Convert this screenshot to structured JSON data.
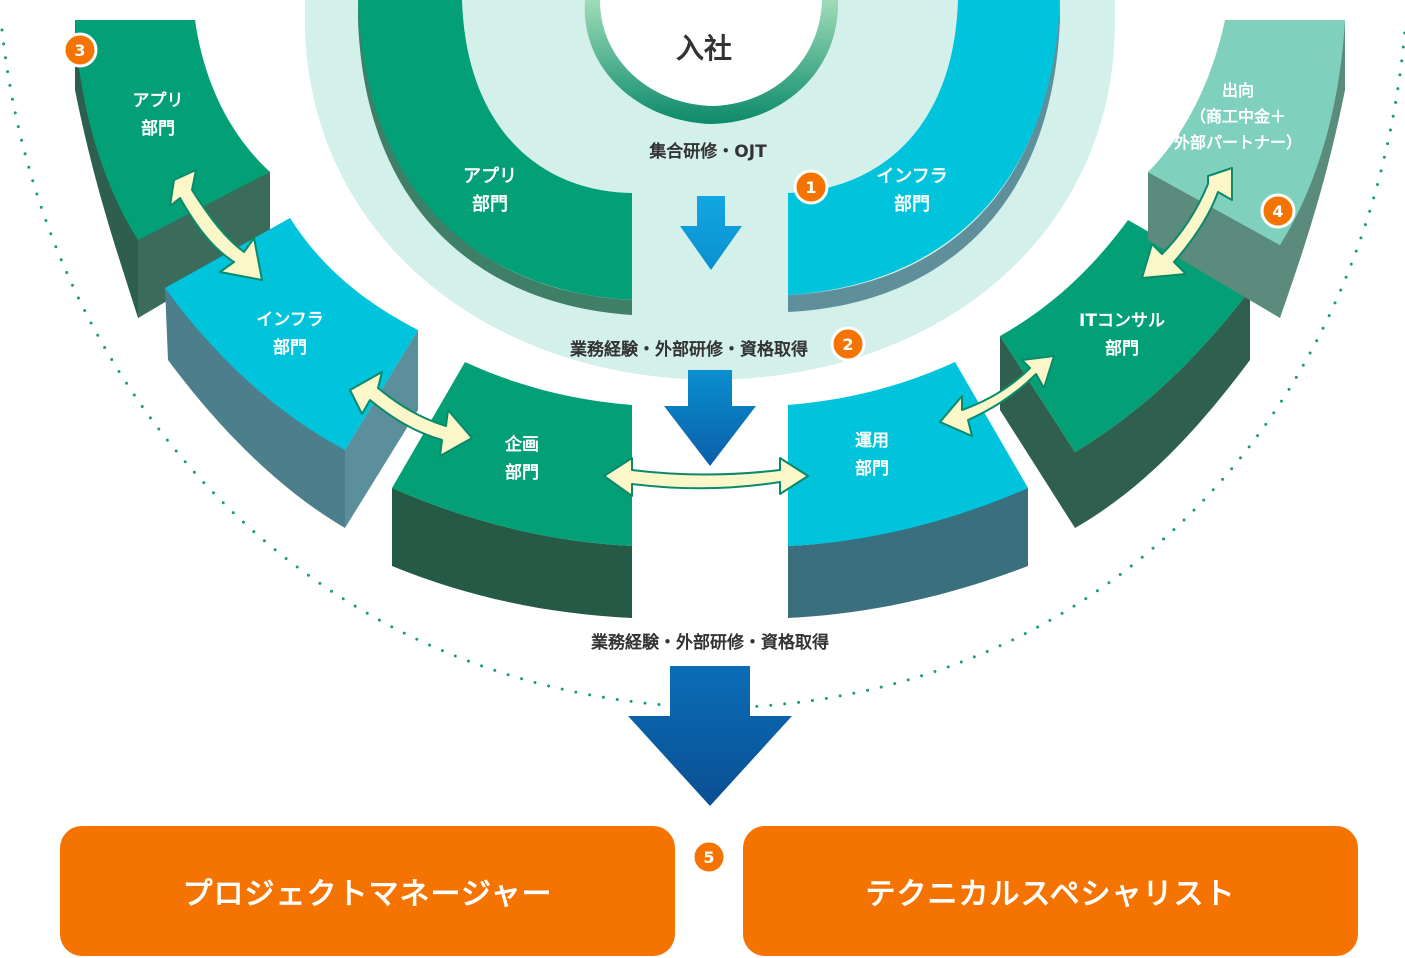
{
  "center": {
    "title": "入社"
  },
  "stage1": {
    "caption": "集合研修・OJT",
    "badge": "1",
    "left_dept": [
      "アプリ",
      "部門"
    ],
    "right_dept": [
      "インフラ",
      "部門"
    ]
  },
  "stage2": {
    "caption": "業務経験・外部研修・資格取得",
    "badge": "2"
  },
  "rotation": {
    "badge": "3",
    "departments": {
      "app": [
        "アプリ",
        "部門"
      ],
      "infra": [
        "インフラ",
        "部門"
      ],
      "planning": [
        "企画",
        "部門"
      ],
      "operations": [
        "運用",
        "部門"
      ],
      "itconsul": [
        "ITコンサル",
        "部門"
      ]
    }
  },
  "secondment": {
    "badge": "4",
    "lines": [
      "出向",
      "（商工中金＋",
      "外部パートナー）"
    ]
  },
  "stage3": {
    "caption": "業務経験・外部研修・資格取得"
  },
  "career": {
    "badge": "5",
    "paths": [
      "プロジェクトマネージャー",
      "テクニカルスペシャリスト"
    ]
  },
  "colors": {
    "green": "#03a078",
    "cyan": "#00c3dc",
    "pale_green": "#7fd1bd",
    "halo": "#d4f0ea",
    "orange": "#f57300",
    "arrow_blue": "#0a7ac6",
    "swap_arrow": "#fbf7c8"
  }
}
